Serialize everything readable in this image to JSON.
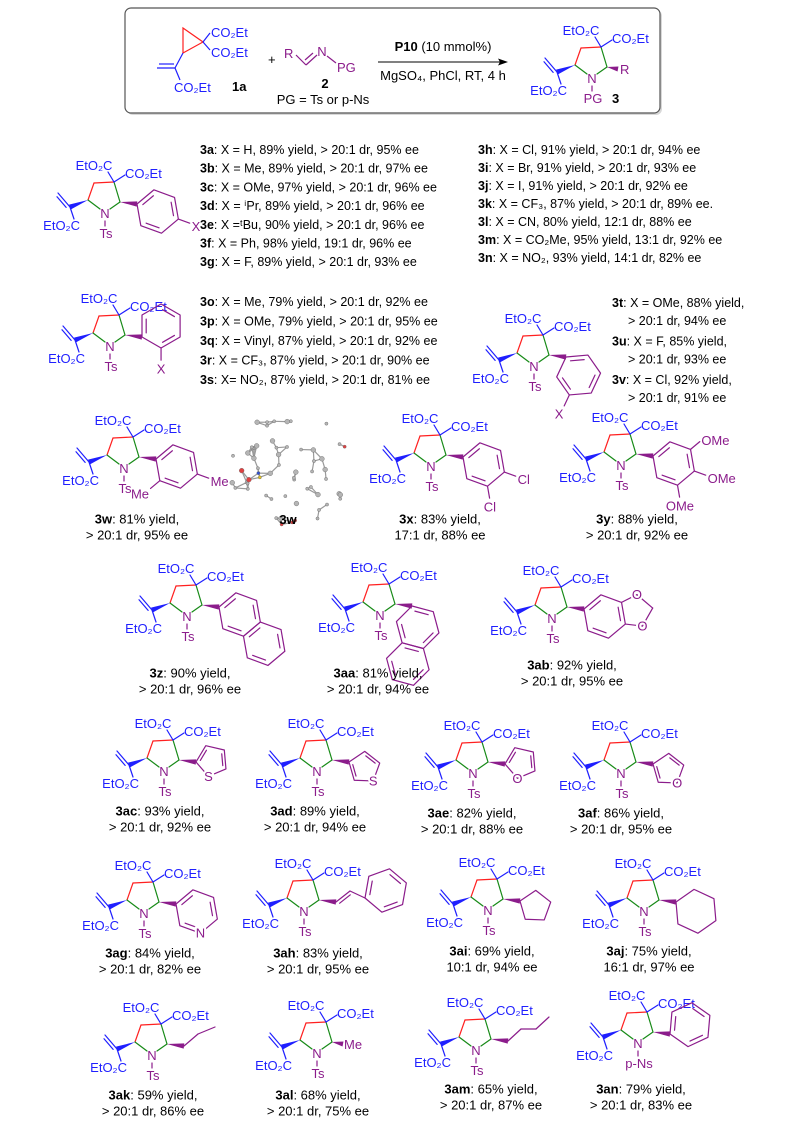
{
  "colors": {
    "ester": "#1f1fff",
    "substituent": "#8b1c8b",
    "ring_cc": "#ff2020",
    "ring_cn": "#178a17",
    "text": "#000000"
  },
  "scheme": {
    "reactant1": {
      "ester_a": "CO₂Et",
      "ester_b": "CO₂Et",
      "ester_c": "CO₂Et",
      "label": "1a"
    },
    "plus": "+",
    "reactant2": {
      "r": "R",
      "n": "N",
      "pg": "PG",
      "label": "2",
      "pg_note": "PG = Ts or p-Ns"
    },
    "conditions": {
      "catalyst": "P10",
      "loading": " (10 mmol%)",
      "reagents": "MgSO₄, PhCl, RT, 4 h"
    },
    "product": {
      "r": "R",
      "pg": "PG",
      "label": "3"
    }
  },
  "common": {
    "eto2c": "EtO₂C",
    "co2et": "CO₂Et",
    "n": "N",
    "ts": "Ts"
  },
  "substituent_labels": {
    "x": "X",
    "me": "Me",
    "cl": "Cl",
    "ome": "OMe",
    "o": "O",
    "s": "S",
    "n": "N",
    "pns": "p-Ns"
  },
  "series_para": [
    {
      "id": "3a",
      "text": ": X = H, 89% yield, > 20:1 dr, 95% ee"
    },
    {
      "id": "3b",
      "text": ": X = Me, 89% yield, > 20:1 dr, 97% ee"
    },
    {
      "id": "3c",
      "text": ": X = OMe, 97% yield, > 20:1 dr, 96% ee"
    },
    {
      "id": "3d",
      "text": ": X = ⁱPr, 89% yield, > 20:1 dr, 96% ee"
    },
    {
      "id": "3e",
      "text": ": X =ᵗBu, 90% yield, > 20:1 dr, 96% ee"
    },
    {
      "id": "3f",
      "text": ": X = Ph, 98% yield, 19:1 dr, 96% ee"
    },
    {
      "id": "3g",
      "text": ": X = F, 89% yield, > 20:1 dr, 93% ee"
    },
    {
      "id": "3h",
      "text": ": X = Cl, 91% yield, > 20:1 dr, 94% ee"
    },
    {
      "id": "3i",
      "text": ": X = Br, 91% yield, > 20:1 dr, 93% ee"
    },
    {
      "id": "3j",
      "text": ": X = I, 91% yield, > 20:1 dr, 92% ee"
    },
    {
      "id": "3k",
      "text": ": X = CF₃, 87% yield, > 20:1 dr, 89% ee."
    },
    {
      "id": "3l",
      "text": ": X = CN, 80% yield, 12:1 dr, 88% ee"
    },
    {
      "id": "3m",
      "text": ": X = CO₂Me, 95% yield, 13:1 dr, 92% ee"
    },
    {
      "id": "3n",
      "text": ": X = NO₂, 93% yield, 14:1 dr, 82% ee"
    }
  ],
  "series_ortho": [
    {
      "id": "3o",
      "text": ": X = Me, 79% yield, > 20:1 dr, 92% ee"
    },
    {
      "id": "3p",
      "text": ": X = OMe, 79% yield, > 20:1 dr, 95% ee"
    },
    {
      "id": "3q",
      "text": ": X = Vinyl, 87% yield, > 20:1 dr, 92% ee"
    },
    {
      "id": "3r",
      "text": ": X = CF₃, 87% yield, > 20:1 dr, 90% ee"
    },
    {
      "id": "3s",
      "text": ": X= NO₂, 87% yield, > 20:1 dr, 81% ee"
    }
  ],
  "series_meta": [
    {
      "id": "3t",
      "line1": ": X = OMe, 88% yield,",
      "line2": "> 20:1 dr, 94% ee"
    },
    {
      "id": "3u",
      "line1": ": X = F, 85% yield,",
      "line2": "> 20:1 dr, 93% ee"
    },
    {
      "id": "3v",
      "line1": ": X = Cl, 92% yield,",
      "line2": "> 20:1 dr, 91% ee"
    }
  ],
  "xray_label": "3w",
  "compounds": {
    "3w": {
      "id": "3w",
      "line1": ": 81% yield,",
      "line2": "> 20:1 dr, 95% ee"
    },
    "3x": {
      "id": "3x",
      "line1": ": 83% yield,",
      "line2": "17:1 dr, 88% ee"
    },
    "3y": {
      "id": "3y",
      "line1": ": 88% yield,",
      "line2": "> 20:1 dr, 92% ee"
    },
    "3z": {
      "id": "3z",
      "line1": ": 90% yield,",
      "line2": "> 20:1 dr, 96% ee"
    },
    "3aa": {
      "id": "3aa",
      "line1": ": 81% yield,",
      "line2": "> 20:1 dr, 94% ee"
    },
    "3ab": {
      "id": "3ab",
      "line1": ": 92% yield,",
      "line2": "> 20:1 dr, 95% ee"
    },
    "3ac": {
      "id": "3ac",
      "line1": ": 93% yield,",
      "line2": "> 20:1 dr, 92% ee"
    },
    "3ad": {
      "id": "3ad",
      "line1": ": 89% yield,",
      "line2": "> 20:1 dr, 94% ee"
    },
    "3ae": {
      "id": "3ae",
      "line1": ": 82% yield,",
      "line2": "> 20:1 dr, 88% ee"
    },
    "3af": {
      "id": "3af",
      "line1": ": 86% yield,",
      "line2": "> 20:1 dr, 95% ee"
    },
    "3ag": {
      "id": "3ag",
      "line1": ": 84% yield,",
      "line2": "> 20:1 dr, 82% ee"
    },
    "3ah": {
      "id": "3ah",
      "line1": ": 83% yield,",
      "line2": "> 20:1 dr, 95% ee"
    },
    "3ai": {
      "id": "3ai",
      "line1": ": 69% yield,",
      "line2": "10:1 dr, 94% ee"
    },
    "3aj": {
      "id": "3aj",
      "line1": ": 75% yield,",
      "line2": "16:1 dr, 97% ee"
    },
    "3ak": {
      "id": "3ak",
      "line1": ": 59% yield,",
      "line2": "> 20:1 dr, 86% ee"
    },
    "3al": {
      "id": "3al",
      "line1": ": 68% yield,",
      "line2": "> 20:1 dr, 75% ee"
    },
    "3am": {
      "id": "3am",
      "line1": ": 65% yield,",
      "line2": "> 20:1 dr, 87% ee"
    },
    "3an": {
      "id": "3an",
      "line1": ": 79% yield,",
      "line2": "> 20:1 dr, 83% ee"
    }
  }
}
